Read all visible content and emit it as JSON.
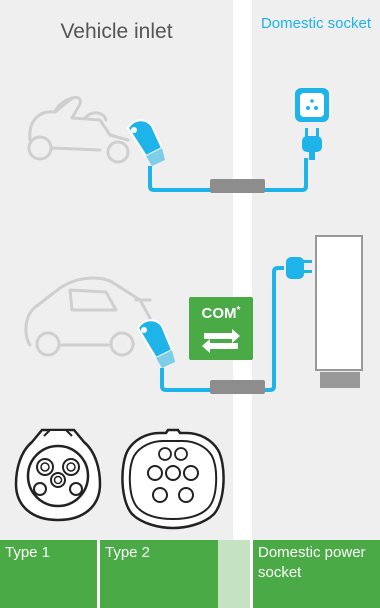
{
  "header": {
    "vehicle_inlet": "Vehicle inlet",
    "domestic_socket": "Domestic socket"
  },
  "com_box": {
    "label": "COM",
    "star": "*"
  },
  "footer": {
    "type1": "Type 1",
    "type2": "Type 2",
    "domestic_power_socket": "Domestic power socket"
  },
  "colors": {
    "cable": "#1eb4ea",
    "box_green": "#4aaa45",
    "panel_gray": "#efefef",
    "outline_gray": "#cfcfcf"
  }
}
